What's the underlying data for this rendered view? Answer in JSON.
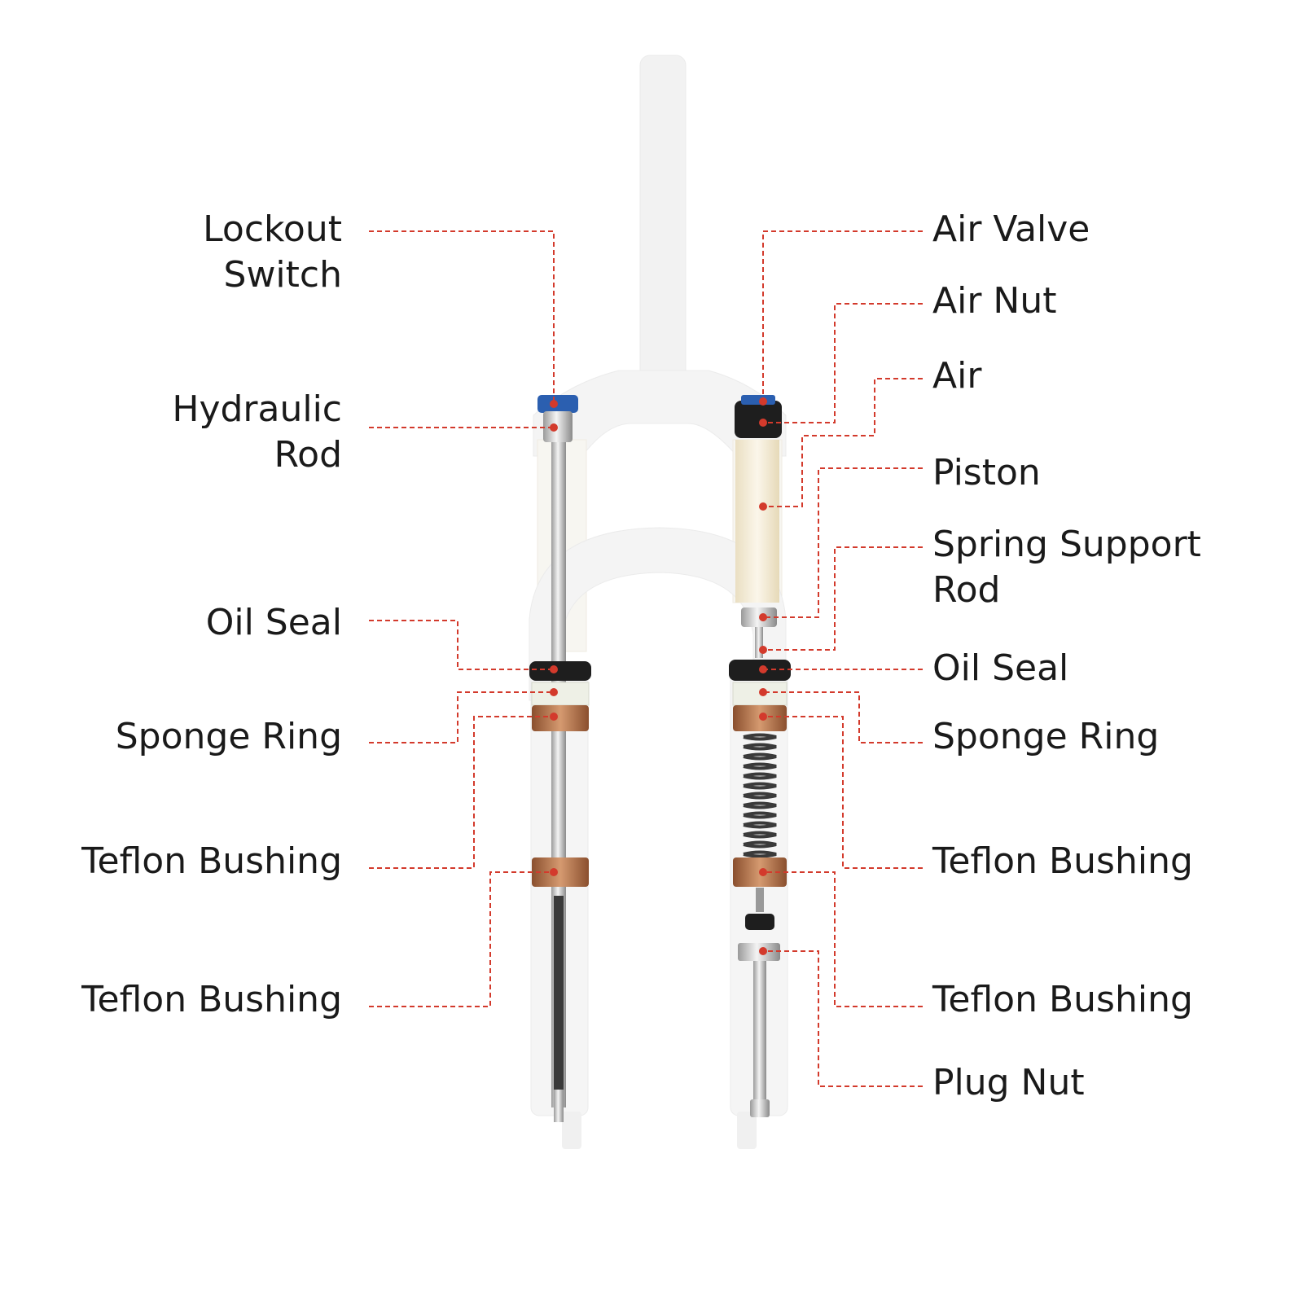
{
  "labels_left": [
    {
      "id": "lockout-switch",
      "lines": [
        "Lockout",
        "Switch"
      ]
    },
    {
      "id": "hydraulic-rod",
      "lines": [
        "Hydraulic",
        "Rod"
      ]
    },
    {
      "id": "oil-seal-left",
      "lines": [
        "Oil Seal"
      ]
    },
    {
      "id": "sponge-ring-left",
      "lines": [
        "Sponge Ring"
      ]
    },
    {
      "id": "teflon-bushing-left-1",
      "lines": [
        "Teflon Bushing"
      ]
    },
    {
      "id": "teflon-bushing-left-2",
      "lines": [
        "Teflon Bushing"
      ]
    }
  ],
  "labels_right": [
    {
      "id": "air-valve",
      "lines": [
        "Air Valve"
      ]
    },
    {
      "id": "air-nut",
      "lines": [
        "Air Nut"
      ]
    },
    {
      "id": "air",
      "lines": [
        "Air"
      ]
    },
    {
      "id": "piston",
      "lines": [
        "Piston"
      ]
    },
    {
      "id": "spring-support-rod",
      "lines": [
        "Spring Support",
        "Rod"
      ]
    },
    {
      "id": "oil-seal-right",
      "lines": [
        "Oil Seal"
      ]
    },
    {
      "id": "sponge-ring-right",
      "lines": [
        "Sponge Ring"
      ]
    },
    {
      "id": "teflon-bushing-right-1",
      "lines": [
        "Teflon Bushing"
      ]
    },
    {
      "id": "teflon-bushing-right-2",
      "lines": [
        "Teflon Bushing"
      ]
    },
    {
      "id": "plug-nut",
      "lines": [
        "Plug Nut"
      ]
    }
  ],
  "colors": {
    "leader": "#d33a2c",
    "fork_body": "#e6e6e6",
    "fork_outline": "#d0d0d0",
    "copper": "#b5734a",
    "seal": "#1e1e1e",
    "sponge": "#eef0e6",
    "steel": "#bdbdbd",
    "cap_blue": "#2b5fb0",
    "tube_cream": "#f5ecd6"
  }
}
